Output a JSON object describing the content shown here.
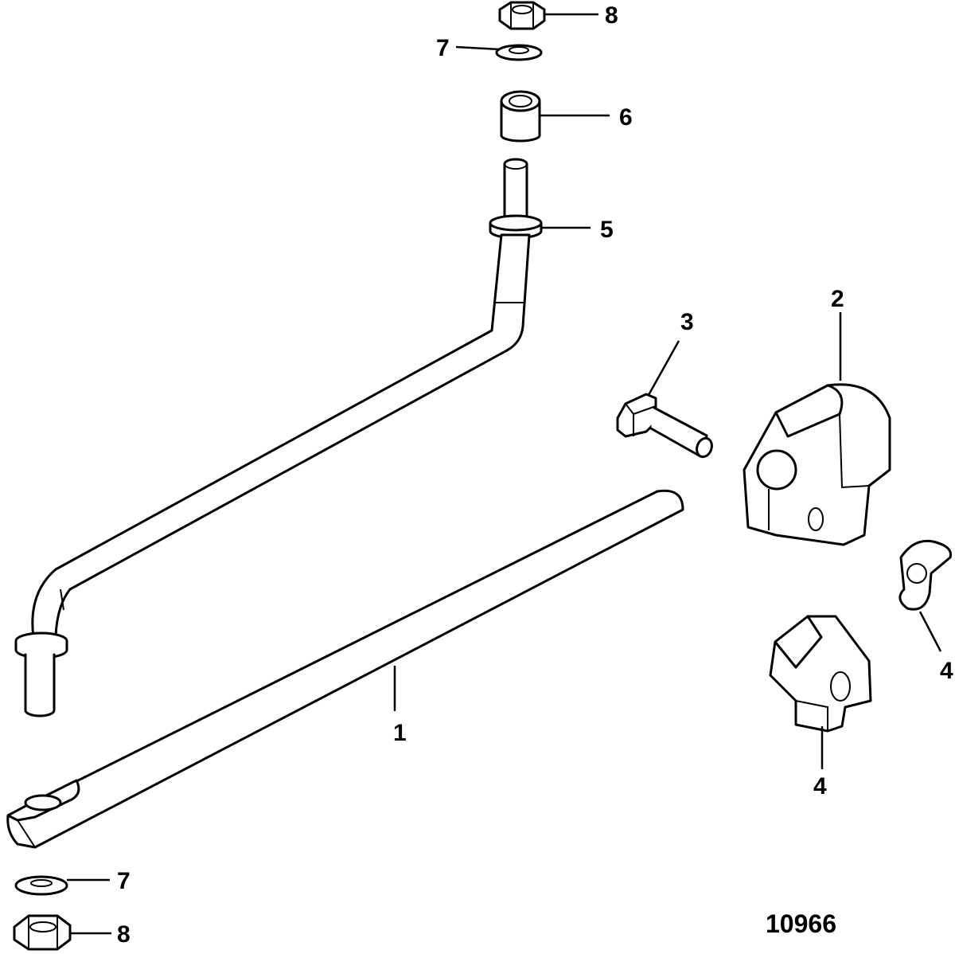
{
  "figure_number": "10966",
  "callouts": {
    "c1": "1",
    "c2": "2",
    "c3": "3",
    "c4a": "4",
    "c4b": "4",
    "c5": "5",
    "c6": "6",
    "c7a": "7",
    "c7b": "7",
    "c8a": "8",
    "c8b": "8"
  },
  "parts": [
    {
      "callout": "1",
      "depicts": "straight-rod"
    },
    {
      "callout": "2",
      "depicts": "clamp-block"
    },
    {
      "callout": "3",
      "depicts": "hex-bolt"
    },
    {
      "callout": "4",
      "depicts": "wing-nut"
    },
    {
      "callout": "4",
      "depicts": "knob"
    },
    {
      "callout": "5",
      "depicts": "bent-rod-with-collars"
    },
    {
      "callout": "6",
      "depicts": "bushing"
    },
    {
      "callout": "7",
      "depicts": "washer"
    },
    {
      "callout": "8",
      "depicts": "hex-nut"
    }
  ]
}
